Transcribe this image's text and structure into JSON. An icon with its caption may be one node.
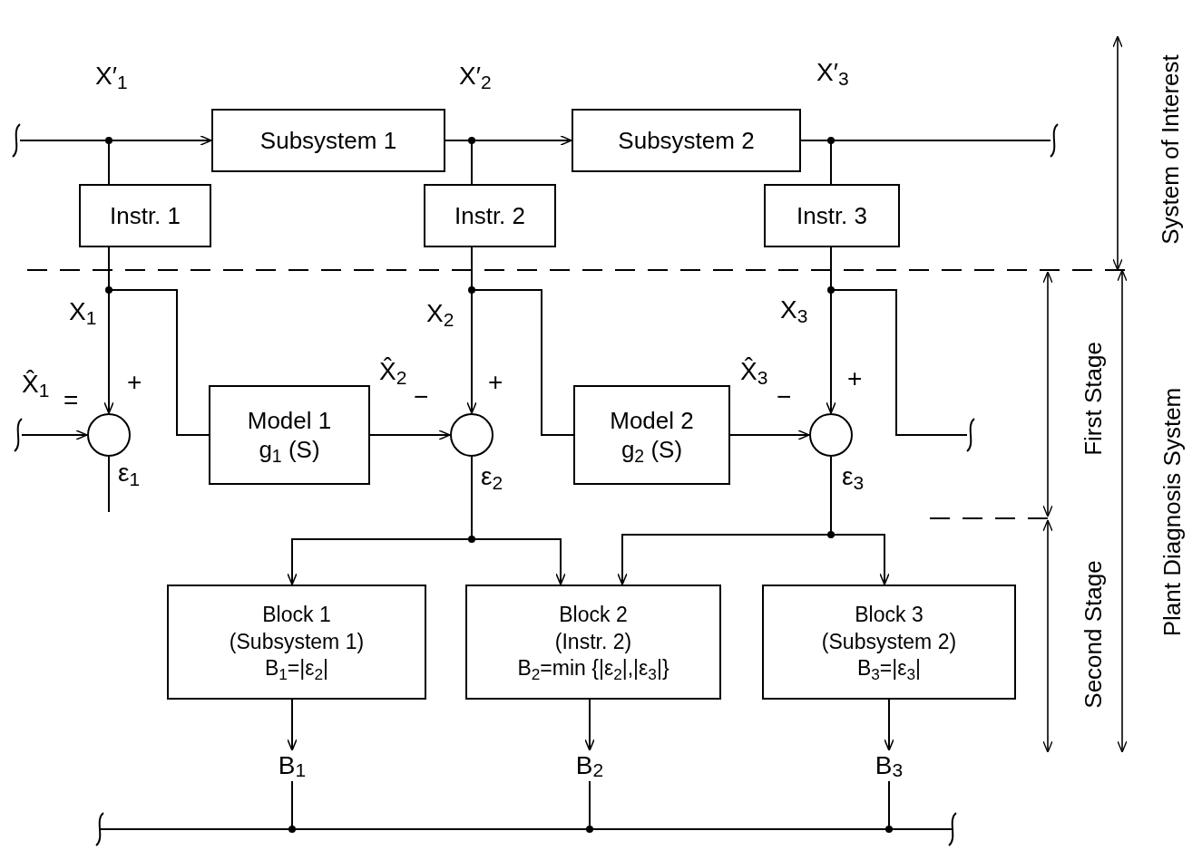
{
  "diagram": {
    "nodes": [
      {
        "text": [
          "Subsystem 1"
        ]
      },
      {
        "text": [
          "Subsystem 2"
        ]
      },
      {
        "text": [
          "Instr. 1"
        ]
      },
      {
        "text": [
          "Instr. 2"
        ]
      },
      {
        "text": [
          "Instr. 3"
        ]
      },
      {
        "text": [
          "Model 1",
          "g$_{1}$ (S)"
        ]
      },
      {
        "text": [
          "Model 2",
          "g$_{2}$ (S)"
        ]
      },
      {
        "text": [],
        "shape": "circle"
      },
      {
        "text": [],
        "shape": "circle"
      },
      {
        "text": [],
        "shape": "circle"
      },
      {
        "text": [
          "Block 1",
          "(Subsystem 1)",
          "B$_{1}$=|ε$_{2}$|"
        ]
      },
      {
        "text": [
          "Block 2",
          "(Instr. 2)",
          "B$_{2}$=min {|ε$_{2}$|,|ε$_{3}$|}"
        ]
      },
      {
        "text": [
          "Block 3",
          "(Subsystem 2)",
          "B$_{3}$=|ε$_{3}$|"
        ]
      },
      {
        "text": [
          "B$_{1}$"
        ]
      },
      {
        "text": [
          "B$_{2}$"
        ]
      },
      {
        "text": [
          "B$_{3}$"
        ]
      }
    ],
    "edges": [
      {
        "from": null,
        "to": 0,
        "arrow": "to"
      },
      {
        "from": null,
        "to": 2,
        "arrow": "none"
      },
      {
        "from": 0,
        "to": 1,
        "arrow": "to"
      },
      {
        "from": 0,
        "to": 3,
        "arrow": "none"
      },
      {
        "from": 1,
        "to": null,
        "arrow": "none"
      },
      {
        "from": 1,
        "to": 4,
        "arrow": "none"
      },
      {
        "from": 2,
        "to": 7,
        "arrow": "to"
      },
      {
        "from": 2,
        "to": 5,
        "arrow": "none"
      },
      {
        "from": 3,
        "to": 8,
        "arrow": "to"
      },
      {
        "from": 3,
        "to": 6,
        "arrow": "none"
      },
      {
        "from": 4,
        "to": 9,
        "arrow": "to"
      },
      {
        "from": 4,
        "to": null,
        "arrow": "none"
      },
      {
        "from": 5,
        "to": 8,
        "arrow": "to"
      },
      {
        "from": 6,
        "to": 9,
        "arrow": "to"
      },
      {
        "from": null,
        "to": 7,
        "arrow": "to"
      },
      {
        "from": 7,
        "to": null,
        "arrow": "none"
      },
      {
        "from": 8,
        "to": 10,
        "arrow": "to"
      },
      {
        "from": 8,
        "to": 11,
        "arrow": "to"
      },
      {
        "from": 9,
        "to": 11,
        "arrow": "to"
      },
      {
        "from": 9,
        "to": 12,
        "arrow": "to"
      },
      {
        "from": 10,
        "to": 13,
        "arrow": "to"
      },
      {
        "from": 11,
        "to": 14,
        "arrow": "to"
      },
      {
        "from": 12,
        "to": 15,
        "arrow": "to"
      },
      {
        "from": 13,
        "to": null,
        "arrow": "none"
      },
      {
        "from": 14,
        "to": null,
        "arrow": "none"
      },
      {
        "from": 15,
        "to": null,
        "arrow": "none"
      }
    ],
    "labels": [
      "X′$_{1}$",
      "X′$_{2}$",
      "X′$_{3}$",
      "X$_{1}$",
      "X$_{2}$",
      "X$_{3}$",
      "X̂$_{1}$",
      "=",
      "+",
      "X̂$_{2}$",
      "−",
      "+",
      "X̂$_{3}$",
      "−",
      "+",
      "ε$_{1}$",
      "ε$_{2}$",
      "ε$_{3}$",
      "System of Interest",
      "First Stage",
      "Second Stage",
      "Plant Diagnosis System"
    ]
  }
}
